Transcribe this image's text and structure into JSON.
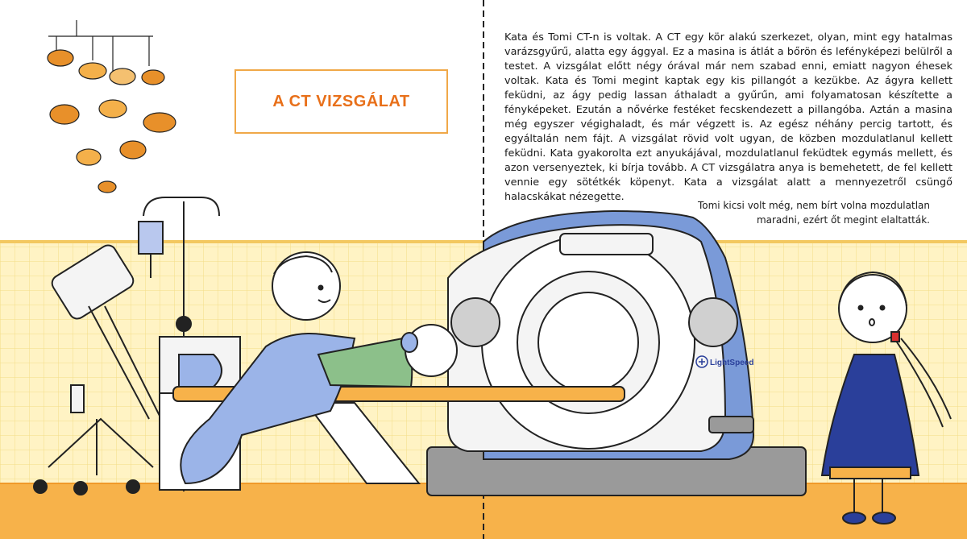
{
  "title": "A CT VIZSGÁLAT",
  "story": "Kata és Tomi CT-n is voltak. A CT egy kör alakú szerkezet, olyan, mint egy hatalmas varázsgyűrű, alatta egy ággyal. Ez a masina is átlát a bőrön és lefényképezi belülről a testet. A vizsgálat előtt négy órával már nem szabad enni, emiatt nagyon éhesek voltak. Kata és Tomi megint kaptak egy kis pillangót a kezükbe. Az ágyra kellett feküdni, az ágy pedig lassan áthaladt a gyűrűn, ami folyamatosan készítette a fényképeket. Ezután a nővérke festéket fecskendezett a pillangóba. Aztán a masina még egyszer végighaladt, és már végzett is. Az egész néhány percig tartott, és egyáltalán nem fájt. A vizsgálat rövid volt ugyan, de közben mozdulatlanul kellett feküdni. Kata gyakorolta ezt anyukájával, mozdulatlanul feküdtek egymás mellett, és azon versenyeztek, ki bírja tovább. A CT vizsgálatra anya is bemehetett, de fel kellett vennie egy sötétkék köpenyt. Kata a vizsgálat alatt a mennyezetről csüngő halacskákat nézegette.",
  "story_tail": "Tomi kicsi volt még, nem bírt volna mozdulatlan maradni, ezért őt megint elaltatták.",
  "scanner_brand": "LightSpeed",
  "colors": {
    "wall_tile": "#fff3c4",
    "wall_grid": "#f3dd86",
    "floor": "#f7b24a",
    "floor_edge": "#f09a2a",
    "title_border": "#f0a848",
    "title_text": "#e8701a",
    "scanner_blue": "#7a9ad8",
    "scanner_white": "#f4f4f4",
    "clothing_blue": "#9bb4e8",
    "dress_navy": "#2a3f9a",
    "fish_orange": "#e8902a"
  },
  "icons": [
    "fish-mobile-icon",
    "iv-stand-icon",
    "monitor-cart-icon",
    "ct-scanner-icon",
    "patient-bed-icon",
    "mother-figure-icon",
    "child-patient-icon",
    "standing-girl-icon",
    "lightspeed-logo-icon"
  ]
}
